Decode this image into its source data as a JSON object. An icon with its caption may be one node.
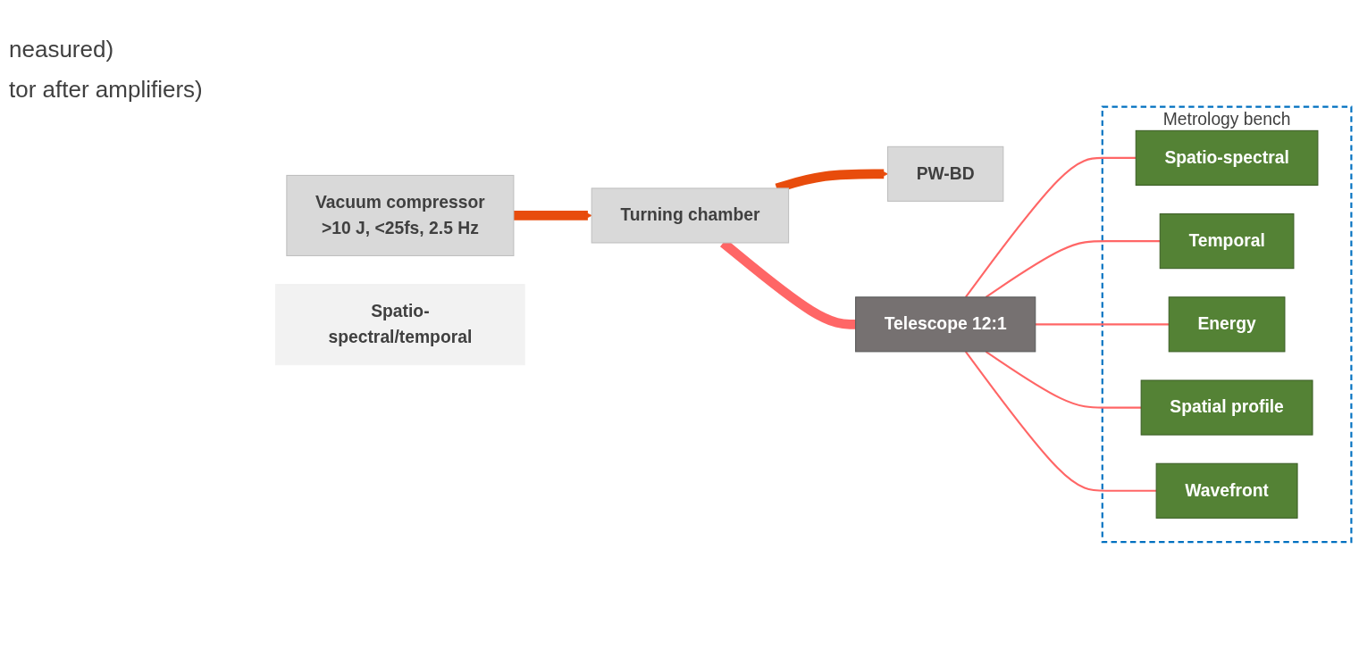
{
  "diagram": {
    "nodes": [
      {
        "text": [
          "Vacuum compressor",
          ">10 J, <25fs, 2.5 Hz"
        ]
      },
      {
        "text": [
          "PW-BD"
        ]
      },
      {
        "text": [
          "Turning chamber"
        ]
      },
      {
        "text": [
          "Telescope 12:1"
        ]
      },
      {
        "text": [
          "Metrology bench"
        ]
      },
      {
        "text": [
          "Spatio-spectral"
        ],
        "in": 4
      },
      {
        "text": [
          "Temporal"
        ],
        "in": 4
      },
      {
        "text": [
          "Energy"
        ],
        "in": 4
      },
      {
        "text": [
          "Spatial profile"
        ],
        "in": 4
      },
      {
        "text": [
          "Wavefront"
        ],
        "in": 4
      },
      {
        "text": [
          "Spatio-spectral/temporal"
        ]
      }
    ],
    "edges": [
      {
        "from": 0,
        "to": 2,
        "arrow": "to",
        "style": "thick",
        "color": "#e84c0c"
      },
      {
        "from": 2,
        "to": 1,
        "arrow": "to",
        "style": "thick",
        "color": "#e84c0c"
      },
      {
        "from": 2,
        "to": 3,
        "arrow": "none",
        "style": "thick"
      },
      {
        "from": 3,
        "to": 5,
        "arrow": "none"
      },
      {
        "from": 3,
        "to": 6,
        "arrow": "none"
      },
      {
        "from": 3,
        "to": 7,
        "arrow": "none"
      },
      {
        "from": 3,
        "to": 8,
        "arrow": "none"
      },
      {
        "from": 3,
        "to": 9,
        "arrow": "none"
      }
    ],
    "labels": [
      "neasured)",
      "tor after amplifiers)"
    ]
  }
}
